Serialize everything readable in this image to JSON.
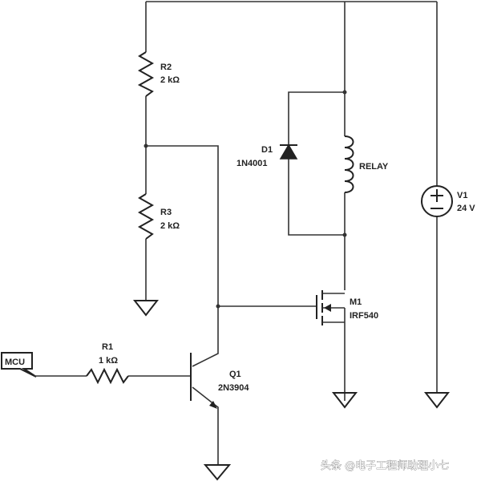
{
  "components": {
    "r1": {
      "ref": "R1",
      "value": "1 kΩ"
    },
    "r2": {
      "ref": "R2",
      "value": "2 kΩ"
    },
    "r3": {
      "ref": "R3",
      "value": "2 kΩ"
    },
    "d1": {
      "ref": "D1",
      "value": "1N4001"
    },
    "relay": {
      "ref": "RELAY"
    },
    "m1": {
      "ref": "M1",
      "value": "IRF540"
    },
    "q1": {
      "ref": "Q1",
      "value": "2N3904"
    },
    "v1": {
      "ref": "V1",
      "value": "24 V"
    },
    "mcu": {
      "ref": "MCU"
    }
  },
  "watermark": "头条 @电子工程师助理小七"
}
